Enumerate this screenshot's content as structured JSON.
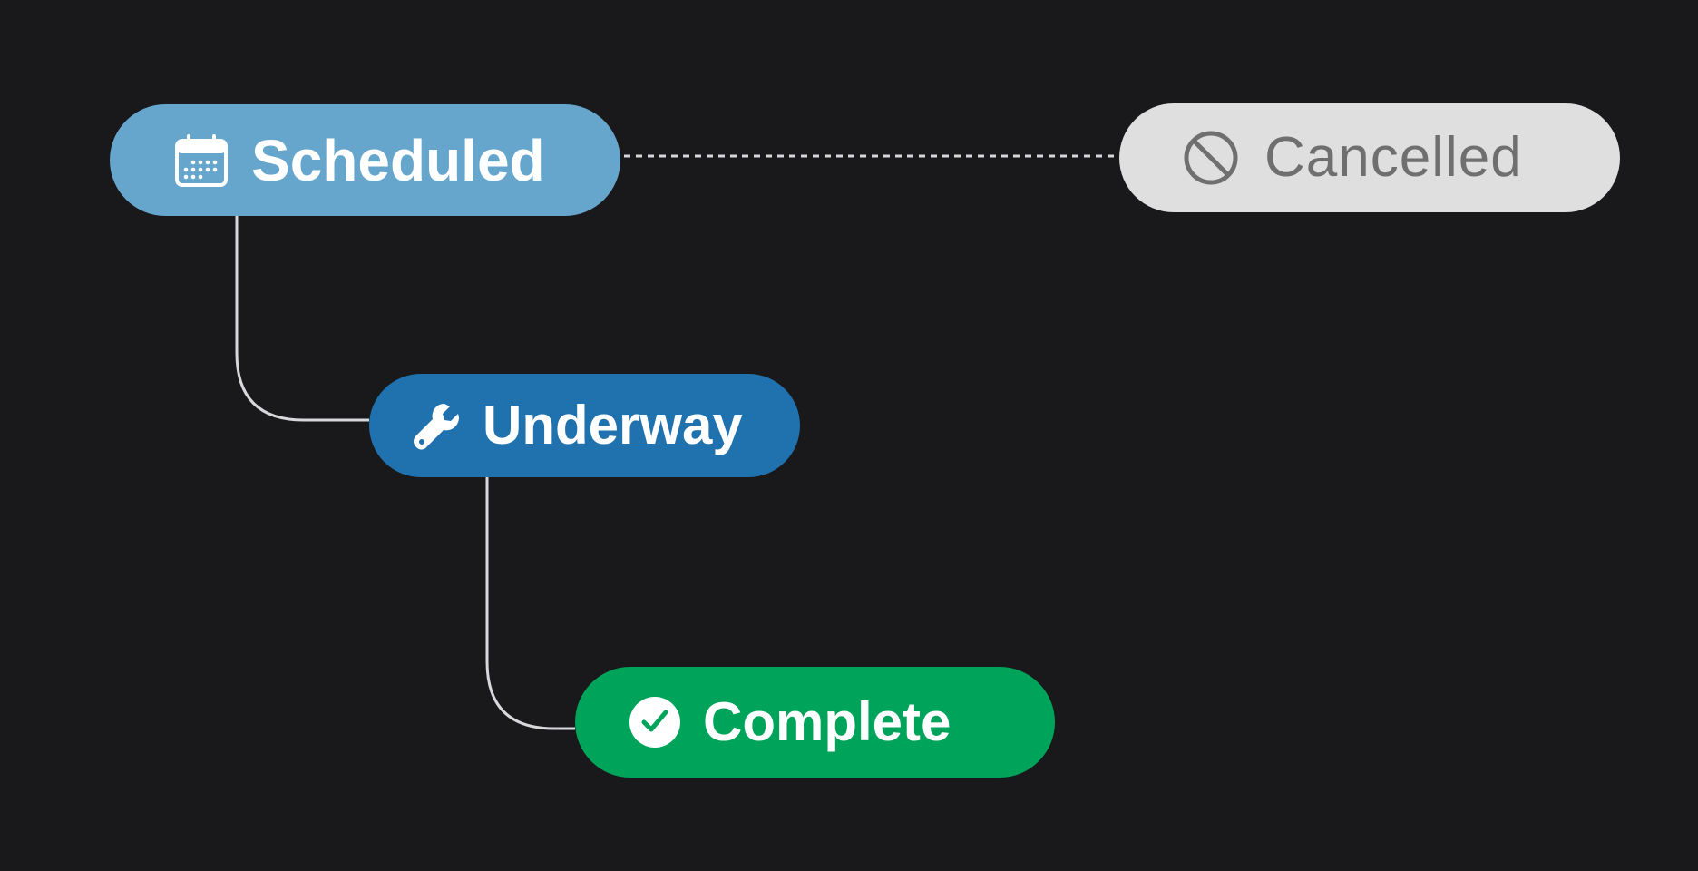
{
  "diagram": {
    "background": "#19191b",
    "connector_color": "#d8d8dc",
    "nodes": {
      "scheduled": {
        "label": "Scheduled",
        "icon": "calendar-icon",
        "fill": "#66a6cc",
        "text_color": "#ffffff"
      },
      "underway": {
        "label": "Underway",
        "icon": "wrench-icon",
        "fill": "#1f72ae",
        "text_color": "#ffffff"
      },
      "complete": {
        "label": "Complete",
        "icon": "check-circle-icon",
        "fill": "#00a35a",
        "text_color": "#ffffff"
      },
      "cancelled": {
        "label": "Cancelled",
        "icon": "prohibited-icon",
        "fill": "#dfdfdf",
        "text_color": "#6f6f6f"
      }
    },
    "edges": [
      {
        "from": "scheduled",
        "to": "underway",
        "style": "solid"
      },
      {
        "from": "underway",
        "to": "complete",
        "style": "solid"
      },
      {
        "from": "scheduled",
        "to": "cancelled",
        "style": "dotted"
      }
    ]
  }
}
